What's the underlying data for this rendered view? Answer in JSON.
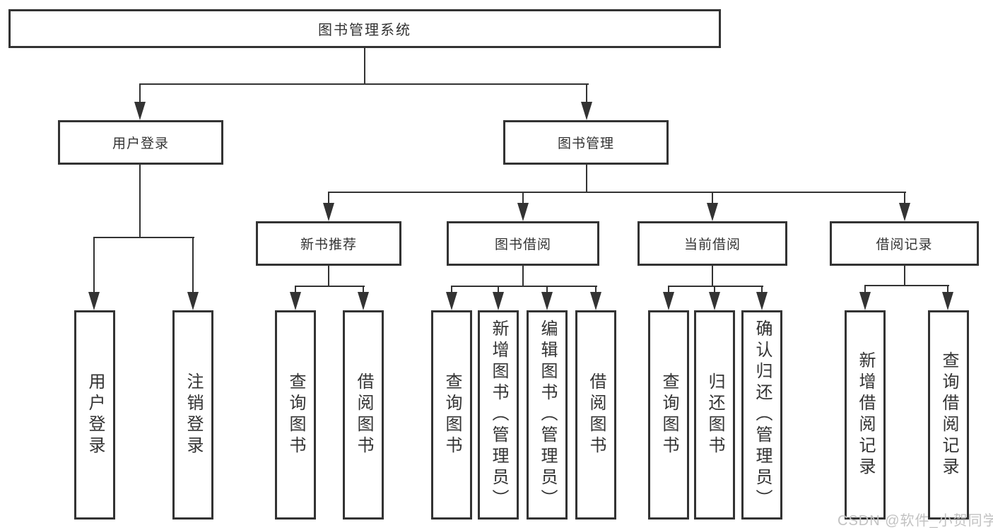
{
  "diagram": {
    "root": {
      "label": "图书管理系统"
    },
    "level2": [
      {
        "label": "用户登录"
      },
      {
        "label": "图书管理"
      }
    ],
    "level3": [
      {
        "label": "新书推荐"
      },
      {
        "label": "图书借阅"
      },
      {
        "label": "当前借阅"
      },
      {
        "label": "借阅记录"
      }
    ],
    "leaves": [
      {
        "label": "用户登录"
      },
      {
        "label": "注销登录"
      },
      {
        "label": "查询图书"
      },
      {
        "label": "借阅图书"
      },
      {
        "label": "查询图书"
      },
      {
        "label": "新增图书（管理员）"
      },
      {
        "label": "编辑图书（管理员）"
      },
      {
        "label": "借阅图书"
      },
      {
        "label": "查询图书"
      },
      {
        "label": "归还图书"
      },
      {
        "label": "确认归还（管理员）"
      },
      {
        "label": "新增借阅记录"
      },
      {
        "label": "查询借阅记录"
      }
    ],
    "watermark": "CSDN @软件_小贺同学",
    "colors": {
      "line": "#333333",
      "text": "#333333",
      "watermark": "#c2c2c2",
      "background": "#ffffff"
    }
  }
}
